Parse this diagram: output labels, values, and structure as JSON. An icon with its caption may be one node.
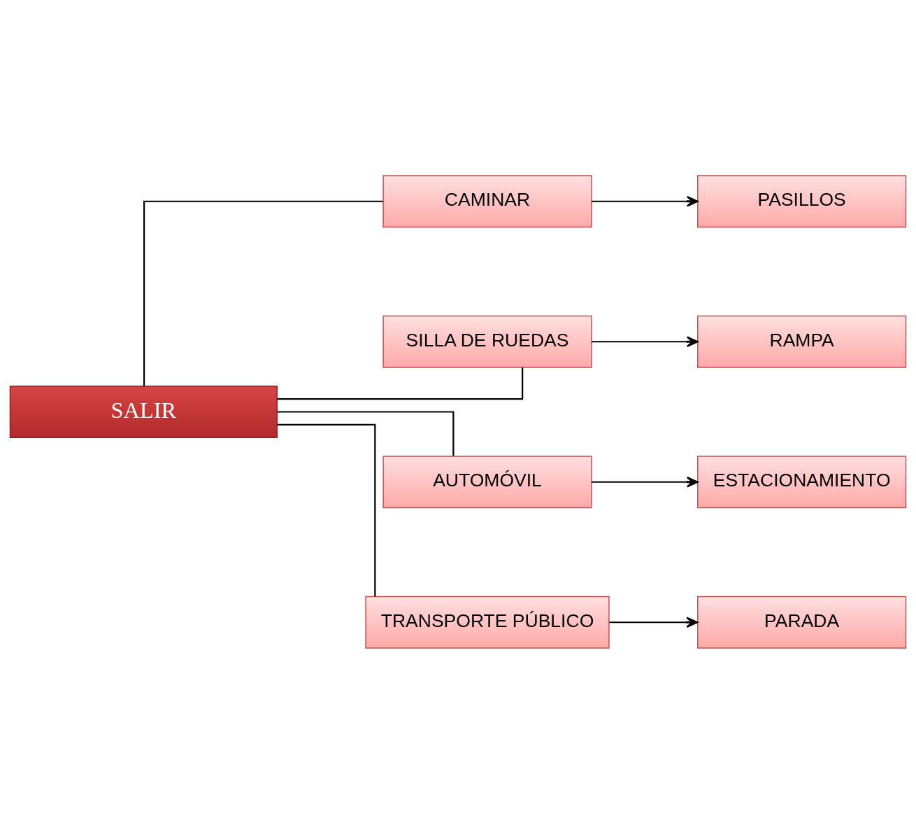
{
  "diagram": {
    "nodes": [
      {
        "text": [
          "SALIR"
        ]
      },
      {
        "text": [
          "CAMINAR"
        ]
      },
      {
        "text": [
          "PASILLOS"
        ]
      },
      {
        "text": [
          "SILLA DE RUEDAS"
        ]
      },
      {
        "text": [
          "RAMPA"
        ]
      },
      {
        "text": [
          "AUTOMÓVIL"
        ]
      },
      {
        "text": [
          "ESTACIONAMIENTO"
        ]
      },
      {
        "text": [
          "TRANSPORTE PÚBLICO"
        ]
      },
      {
        "text": [
          "PARADA"
        ]
      }
    ],
    "edges": [
      {
        "from": 0,
        "to": 1,
        "arrow": "none"
      },
      {
        "from": 0,
        "to": 3,
        "arrow": "none"
      },
      {
        "from": 0,
        "to": 5,
        "arrow": "none"
      },
      {
        "from": 0,
        "to": 7,
        "arrow": "none"
      },
      {
        "from": 1,
        "to": 2,
        "arrow": "to"
      },
      {
        "from": 3,
        "to": 4,
        "arrow": "to"
      },
      {
        "from": 5,
        "to": 6,
        "arrow": "to"
      },
      {
        "from": 7,
        "to": 8,
        "arrow": "to"
      }
    ]
  }
}
